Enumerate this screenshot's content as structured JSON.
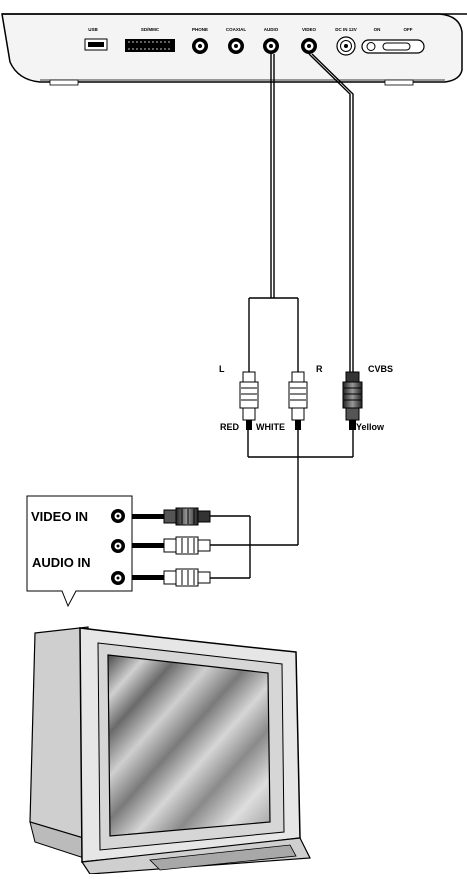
{
  "device": {
    "ports": [
      {
        "id": "usb",
        "label": "USB"
      },
      {
        "id": "sd",
        "label": "SD/MMC"
      },
      {
        "id": "phone",
        "label": "PHONE"
      },
      {
        "id": "coaxial",
        "label": "COAXIAL"
      },
      {
        "id": "audio",
        "label": "AUDIO"
      },
      {
        "id": "video",
        "label": "VIDEO"
      },
      {
        "id": "dcin",
        "label": "DC IN 12V"
      },
      {
        "id": "on",
        "label": "ON"
      },
      {
        "id": "off",
        "label": "OFF"
      }
    ]
  },
  "plugs": {
    "left_letter": "L",
    "right_letter": "R",
    "cvbs_label": "CVBS",
    "red_label": "RED",
    "white_label": "WHITE",
    "yellow_label": "Yellow"
  },
  "tv_panel": {
    "video_in_label": "VIDEO IN",
    "audio_in_label": "AUDIO IN"
  },
  "colors": {
    "line": "#000000",
    "device_body": "#f4f4f4",
    "tv_body": "#e6e6e6",
    "screen_dark": "#5a5a5a",
    "screen_light": "#c8c8c8"
  }
}
